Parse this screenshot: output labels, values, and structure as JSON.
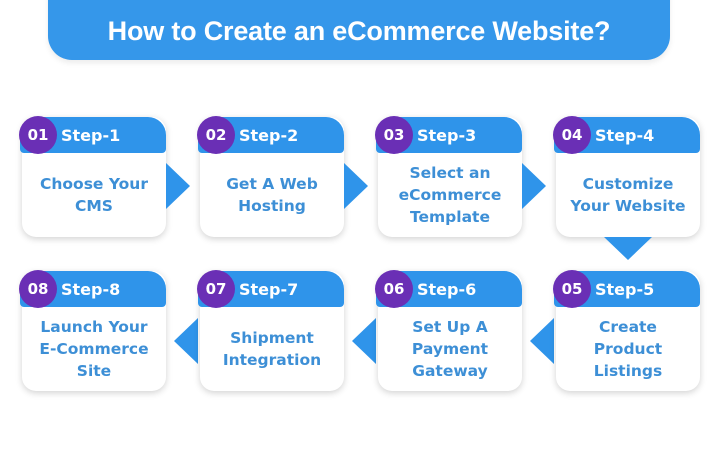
{
  "title": "How to Create an eCommerce Website?",
  "colors": {
    "primary_blue": "#2f94ea",
    "badge_purple": "#6a2fb5",
    "text_blue": "#3d8fd6",
    "background": "#ffffff"
  },
  "steps": [
    {
      "number": "01",
      "label": "Step-1",
      "text": "Choose Your\nCMS"
    },
    {
      "number": "02",
      "label": "Step-2",
      "text": "Get A Web\nHosting"
    },
    {
      "number": "03",
      "label": "Step-3",
      "text": "Select an\neCommerce\nTemplate"
    },
    {
      "number": "04",
      "label": "Step-4",
      "text": "Customize\nYour Website"
    },
    {
      "number": "05",
      "label": "Step-5",
      "text": "Create\nProduct\nListings"
    },
    {
      "number": "06",
      "label": "Step-6",
      "text": "Set Up A\nPayment\nGateway"
    },
    {
      "number": "07",
      "label": "Step-7",
      "text": "Shipment\nIntegration"
    },
    {
      "number": "08",
      "label": "Step-8",
      "text": "Launch Your\nE-Commerce\nSite"
    }
  ],
  "flow_arrows": [
    "right",
    "right",
    "right",
    "down",
    "left",
    "left",
    "left"
  ]
}
